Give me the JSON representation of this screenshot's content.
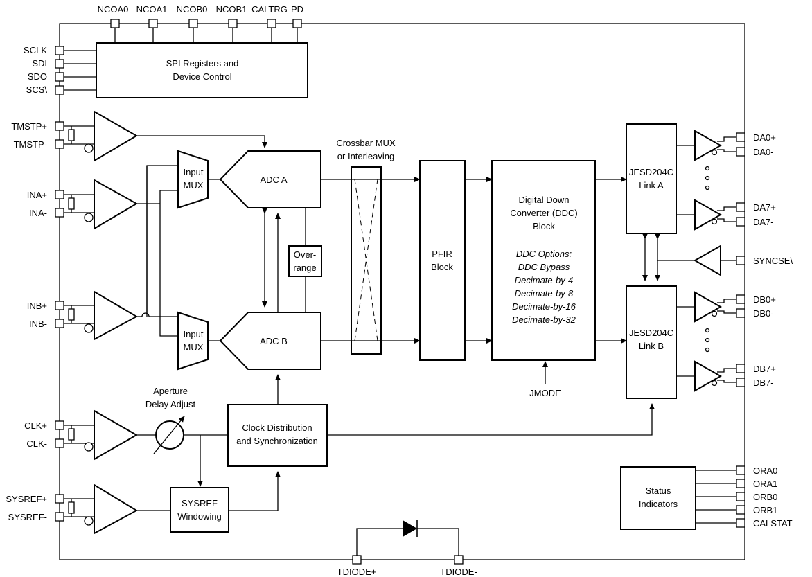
{
  "top_pins": [
    "NCOA0",
    "NCOA1",
    "NCOB0",
    "NCOB1",
    "CALTRG",
    "PD"
  ],
  "spi_pins": [
    "SCLK",
    "SDI",
    "SDO",
    "SCS\\"
  ],
  "spi_block": [
    "SPI Registers and",
    "Device Control"
  ],
  "tmstp_pins": [
    "TMSTP+",
    "TMSTP-"
  ],
  "ina_pins": [
    "INA+",
    "INA-"
  ],
  "inb_pins": [
    "INB+",
    "INB-"
  ],
  "clk_pins": [
    "CLK+",
    "CLK-"
  ],
  "sysref_pins": [
    "SYSREF+",
    "SYSREF-"
  ],
  "input_mux_a": [
    "Input",
    "MUX"
  ],
  "input_mux_b": [
    "Input",
    "MUX"
  ],
  "adc_a": "ADC A",
  "adc_b": "ADC B",
  "overrange": [
    "Over-",
    "range"
  ],
  "crossbar": [
    "Crossbar MUX",
    "or Interleaving"
  ],
  "pfir": [
    "PFIR",
    "Block"
  ],
  "ddc": [
    "Digital Down",
    "Converter (DDC)",
    "Block"
  ],
  "ddc_options": [
    "DDC Options:",
    "DDC Bypass",
    "Decimate-by-4",
    "Decimate-by-8",
    "Decimate-by-16",
    "Decimate-by-32"
  ],
  "jmode": "JMODE",
  "jesd_a": [
    "JESD204C",
    "Link A"
  ],
  "jesd_b": [
    "JESD204C",
    "Link B"
  ],
  "aperture": [
    "Aperture",
    "Delay Adjust"
  ],
  "clock_dist": [
    "Clock Distribution",
    "and Synchronization"
  ],
  "sysref_win": [
    "SYSREF",
    "Windowing"
  ],
  "status": [
    "Status",
    "Indicators"
  ],
  "da_pins": [
    "DA0+",
    "DA0-",
    "DA7+",
    "DA7-"
  ],
  "syncse": "SYNCSE\\",
  "db_pins": [
    "DB0+",
    "DB0-",
    "DB7+",
    "DB7-"
  ],
  "status_pins": [
    "ORA0",
    "ORA1",
    "ORB0",
    "ORB1",
    "CALSTAT"
  ],
  "tdiode_pins": [
    "TDIODE+",
    "TDIODE-"
  ]
}
